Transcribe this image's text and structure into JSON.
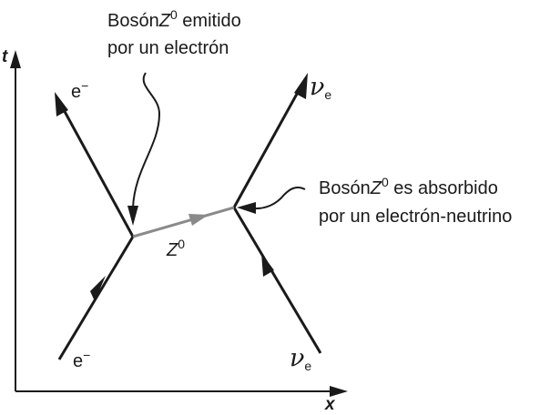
{
  "axes": {
    "t": "t",
    "x": "x"
  },
  "callouts": {
    "emitted": {
      "line1_pre": "Bosón",
      "z": "Z",
      "sup": "0",
      "line1_post": " emitido",
      "line2": "por un electrón"
    },
    "absorbed": {
      "line1_pre": "Bosón",
      "z": "Z",
      "sup": "0",
      "line1_post": " es absorbido",
      "line2": "por un electrón-neutrino"
    }
  },
  "particles": {
    "electron_in": {
      "symbol": "e",
      "sup": "−"
    },
    "electron_out": {
      "symbol": "e",
      "sup": "−"
    },
    "neutrino_in": {
      "symbol": "ν",
      "sub": "e"
    },
    "neutrino_out": {
      "symbol": "ν",
      "sub": "e"
    },
    "boson": {
      "symbol": "Z",
      "sup": "0"
    }
  },
  "colors": {
    "line": "#1a1a1a",
    "boson": "#8a8a8a"
  }
}
